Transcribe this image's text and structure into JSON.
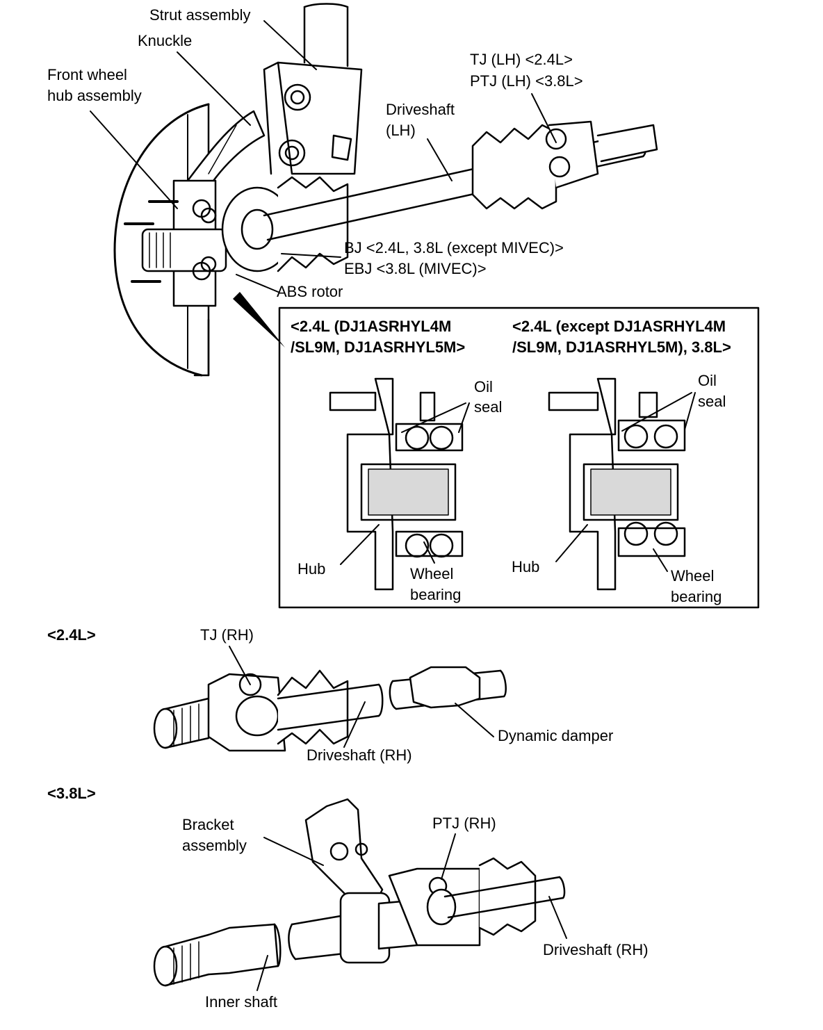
{
  "labels": {
    "strut_assembly": "Strut assembly",
    "knuckle": "Knuckle",
    "front_wheel_hub_1": "Front wheel",
    "front_wheel_hub_2": "hub assembly",
    "tj_lh": "TJ (LH) <2.4L>",
    "ptj_lh": "PTJ (LH) <3.8L>",
    "driveshaft_lh_1": "Driveshaft",
    "driveshaft_lh_2": "(LH)",
    "bj": "BJ <2.4L, 3.8L (except MIVEC)>",
    "ebj": "EBJ <3.8L (MIVEC)>",
    "abs_rotor": "ABS rotor"
  },
  "detail": {
    "left_title_1": "<2.4L (DJ1ASRHYL4M",
    "left_title_2": "/SL9M, DJ1ASRHYL5M>",
    "right_title_1": "<2.4L (except DJ1ASRHYL4M",
    "right_title_2": "/SL9M, DJ1ASRHYL5M), 3.8L>",
    "oil": "Oil",
    "seal": "seal",
    "hub": "Hub",
    "wheel": "Wheel",
    "bearing": "bearing"
  },
  "section_24": {
    "title": "<2.4L>",
    "tj_rh": "TJ (RH)",
    "driveshaft_rh": "Driveshaft (RH)",
    "dynamic_damper": "Dynamic damper"
  },
  "section_38": {
    "title": "<3.8L>",
    "bracket_1": "Bracket",
    "bracket_2": "assembly",
    "ptj_rh": "PTJ (RH)",
    "driveshaft_rh": "Driveshaft (RH)",
    "inner_shaft": "Inner shaft"
  },
  "colors": {
    "ink": "#000000",
    "paper": "#ffffff",
    "shade": "#d9d9d9"
  }
}
